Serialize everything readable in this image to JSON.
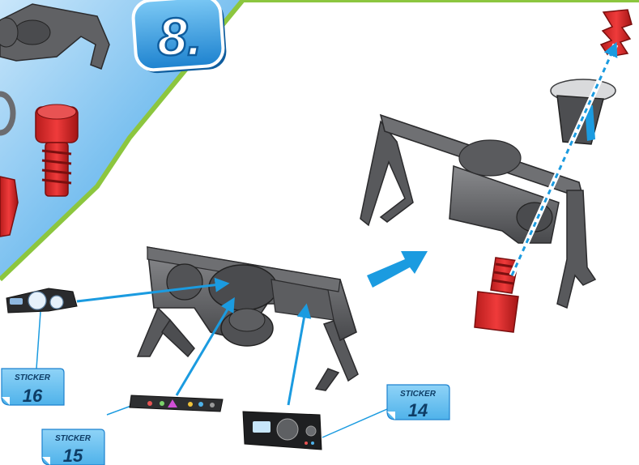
{
  "step": {
    "number": "8."
  },
  "stickers": [
    {
      "label": "STICKER",
      "number": "16"
    },
    {
      "label": "STICKER",
      "number": "15"
    },
    {
      "label": "STICKER",
      "number": "14"
    }
  ],
  "colors": {
    "panel_blue": "#4aa6e6",
    "panel_green": "#8cc63f",
    "accent_blue": "#1b9be0",
    "part_gray": "#5d5e61",
    "part_red": "#d32f2f",
    "sticker_blue": "#6fc2ef"
  }
}
